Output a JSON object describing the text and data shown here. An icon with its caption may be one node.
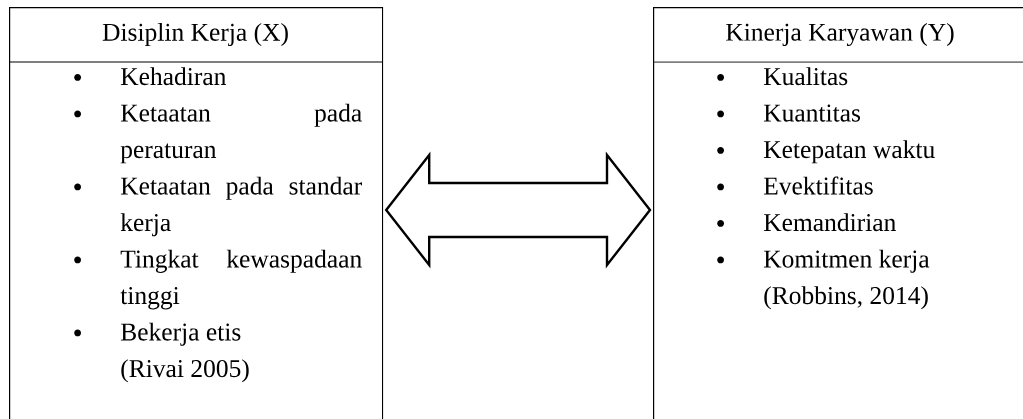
{
  "diagram": {
    "nodes": [
      {
        "text": [
          "Disiplin Kerja (X)",
          "Kehadiran",
          "Ketaatan pada peraturan",
          "Ketaatan pada standar kerja",
          "Tingkat kewaspadaan tinggi",
          "Bekerja etis",
          "(Rivai 2005)"
        ]
      },
      {
        "text": [
          "Kinerja Karyawan (Y)",
          "Kualitas",
          "Kuantitas",
          "Ketepatan waktu",
          "Evektifitas",
          "Kemandirian",
          "Komitmen kerja",
          "(Robbins, 2014)"
        ]
      }
    ],
    "edges": [
      {
        "from": 0,
        "to": 1,
        "arrow": "both"
      }
    ]
  }
}
